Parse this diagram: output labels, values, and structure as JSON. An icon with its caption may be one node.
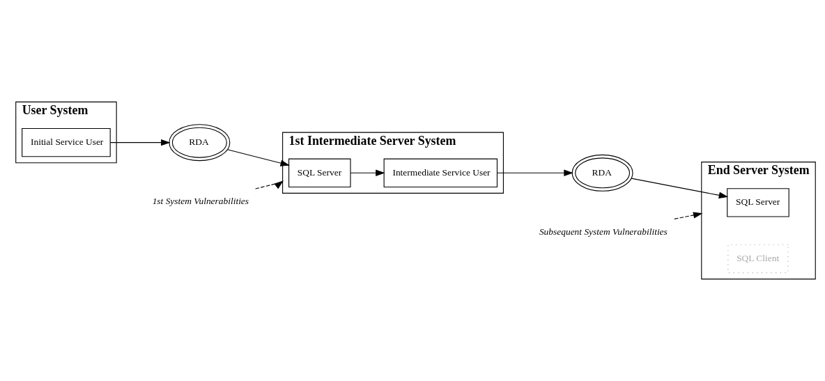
{
  "diagram": {
    "nodes": [
      {
        "text": [
          "User System"
        ]
      },
      {
        "text": [
          "Initial Service User"
        ],
        "in": 0
      },
      {
        "text": [
          "RDA"
        ]
      },
      {
        "text": [
          "1st Intermediate Server System"
        ]
      },
      {
        "text": [
          "SQL Server"
        ],
        "in": 3
      },
      {
        "text": [
          "Intermediate Service User"
        ],
        "in": 3
      },
      {
        "text": [
          "RDA"
        ]
      },
      {
        "text": [
          "End Server System"
        ]
      },
      {
        "text": [
          "SQL Server"
        ],
        "in": 7
      },
      {
        "text": [
          "SQL Client"
        ],
        "in": 7
      },
      {
        "text": [
          "1st System Vulnerabilities"
        ]
      },
      {
        "text": [
          "Subsequent System Vulnerabilities"
        ]
      }
    ],
    "edges": [
      {
        "from": 1,
        "to": 2,
        "arrow": "to"
      },
      {
        "from": 2,
        "to": 4,
        "arrow": "to"
      },
      {
        "from": 4,
        "to": 5,
        "arrow": "to"
      },
      {
        "from": 5,
        "to": 6,
        "arrow": "to"
      },
      {
        "from": 6,
        "to": 8,
        "arrow": "to"
      },
      {
        "from": 10,
        "to": 3,
        "arrow": "to",
        "style": "dashed"
      },
      {
        "from": 11,
        "to": 7,
        "arrow": "to",
        "style": "dashed"
      }
    ]
  }
}
